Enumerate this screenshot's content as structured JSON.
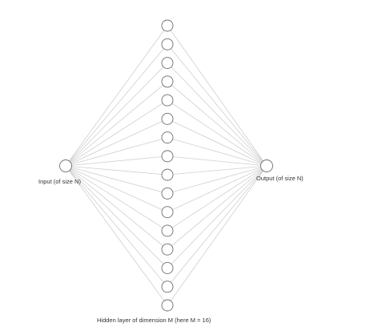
{
  "diagram": {
    "input_label": "Input (of size N)",
    "output_label": "Output (of size N)",
    "hidden_label": "Hidden layer of dimension M (here M = 16)",
    "hidden_node_count": 16,
    "colors": {
      "edge": "#cfcfcf",
      "node_stroke": "#6f6f6f",
      "text": "#333333"
    }
  }
}
